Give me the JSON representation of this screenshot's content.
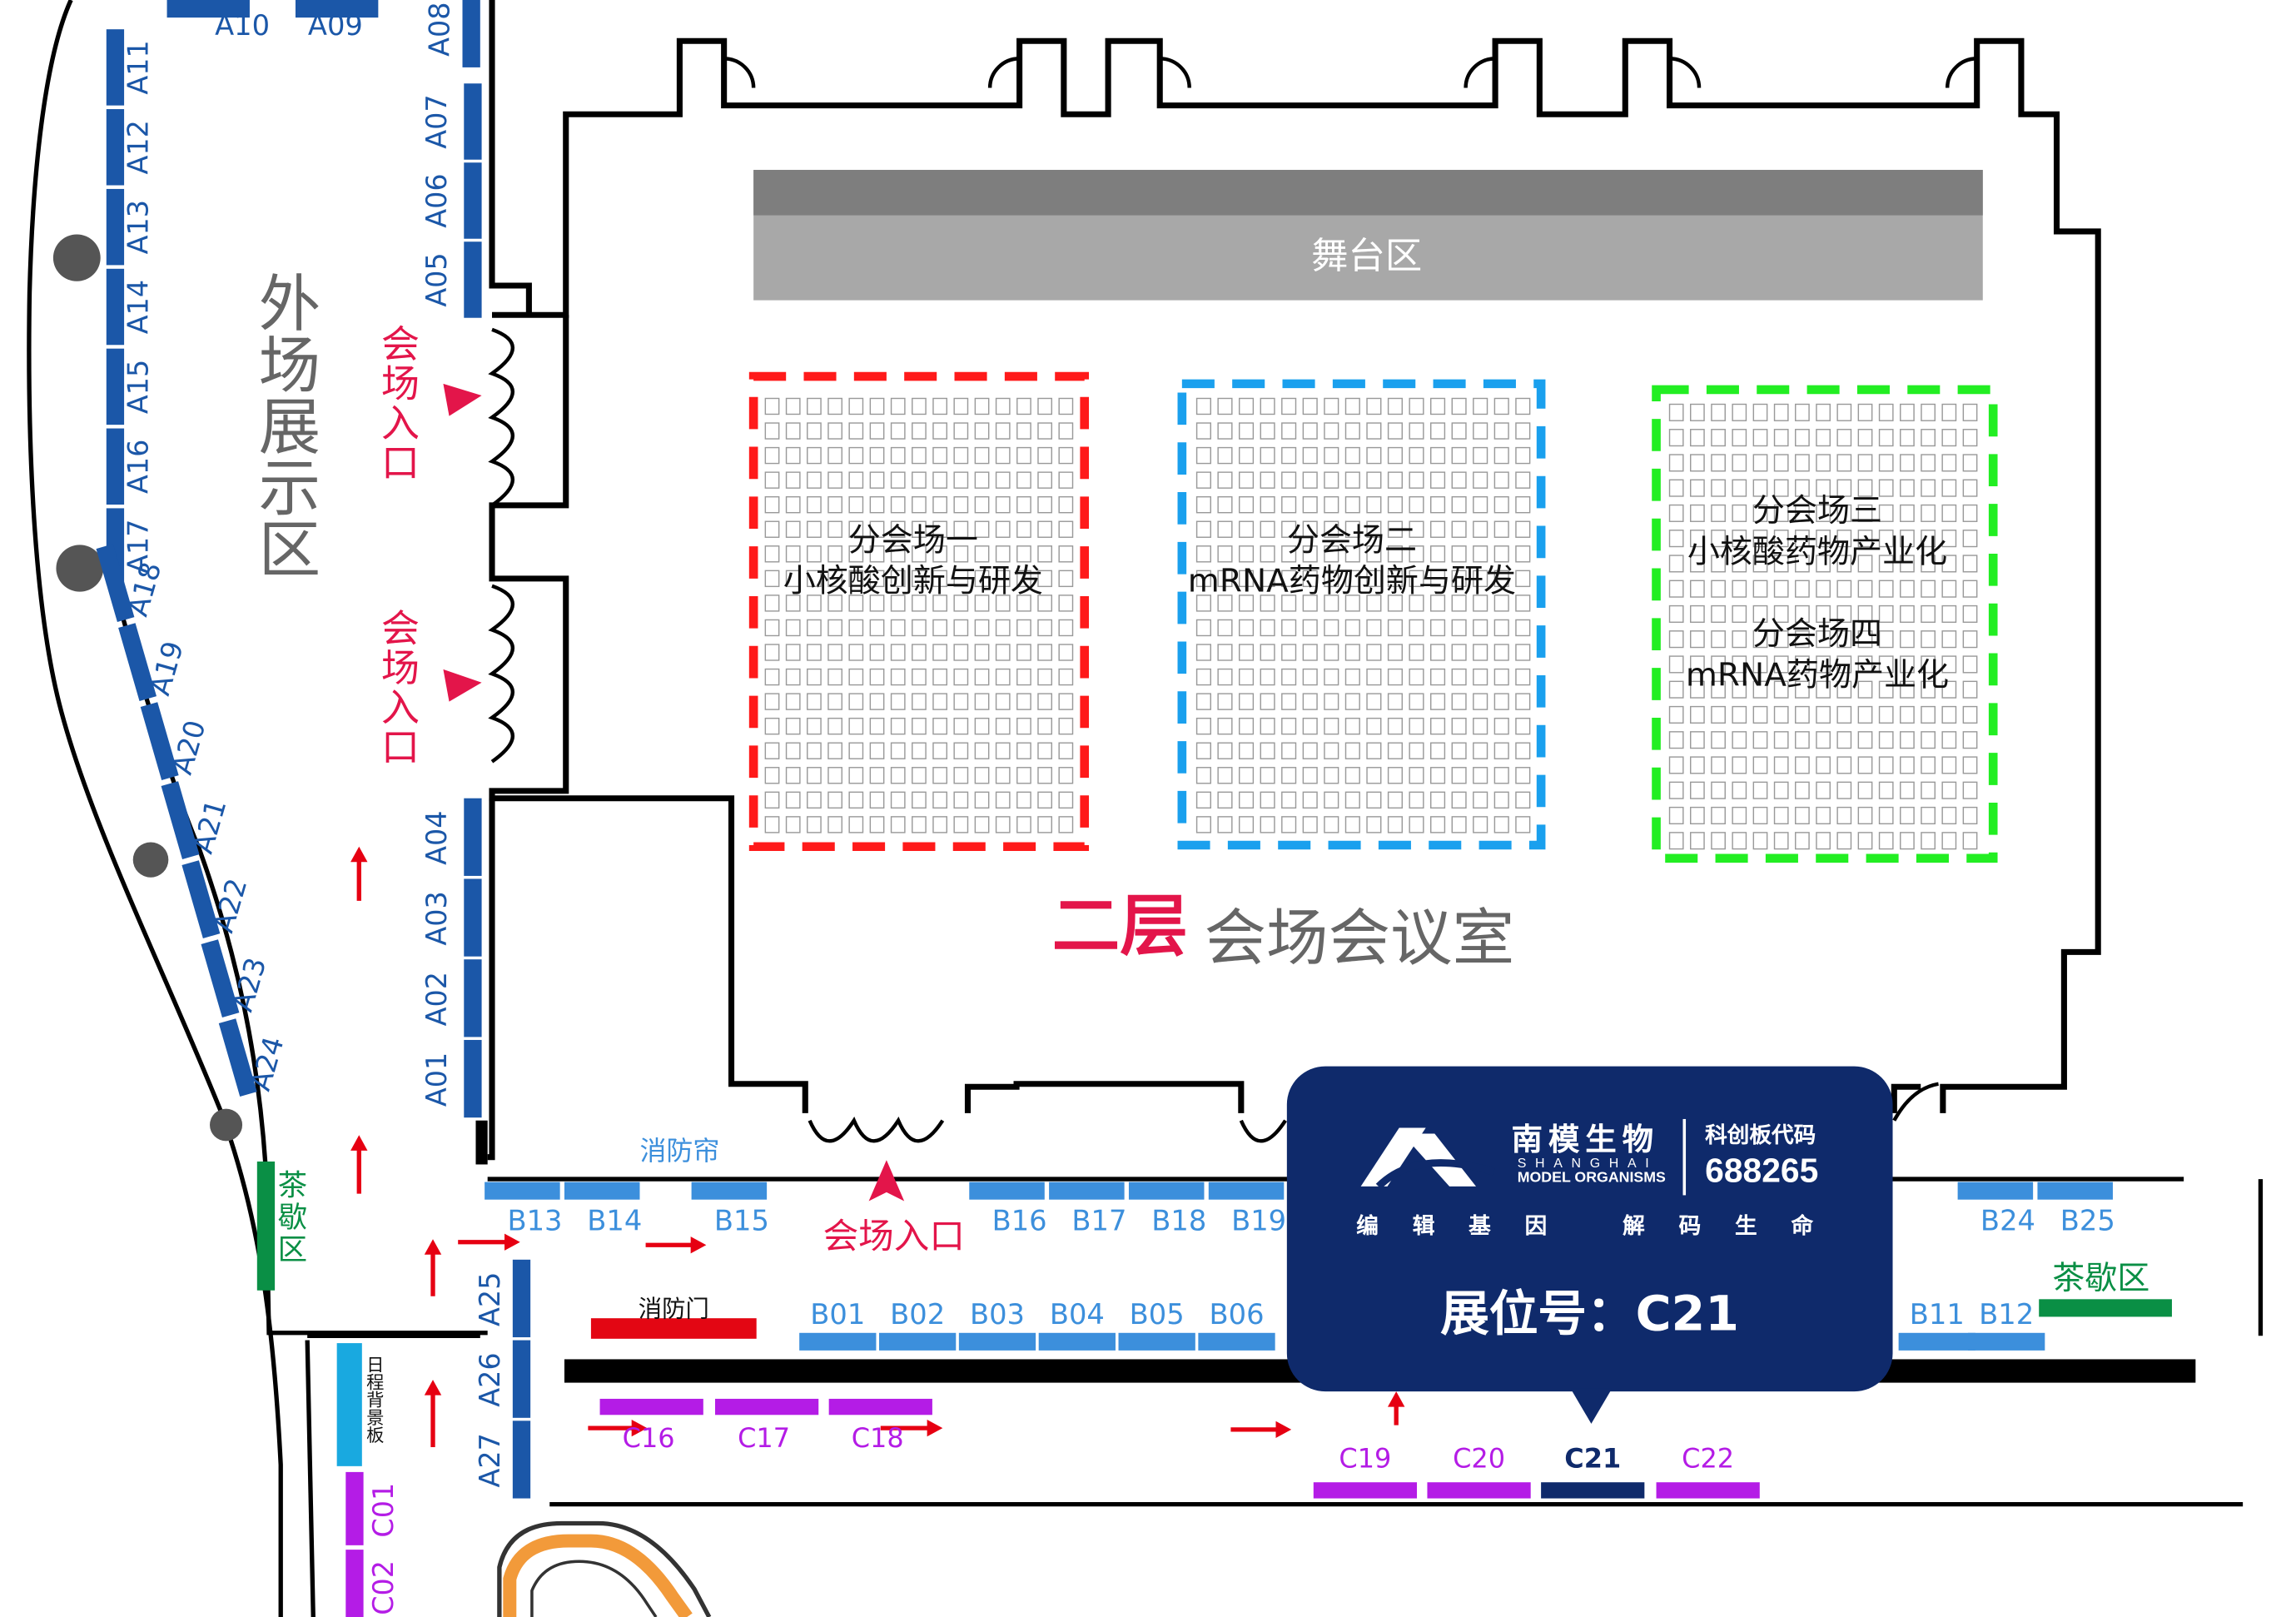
{
  "colors": {
    "booth_blue": "#1b57a8",
    "booth_light_blue": "#3c8fdc",
    "booth_purple": "#b41ce6",
    "booth_navy": "#0f2a6b",
    "accent_red": "#e3154a",
    "arrow_red": "#e60012",
    "tea_green": "#0a8f45",
    "stage_gray": "#a8a8a8",
    "stage_dark": "#7e7e7e",
    "subvenue_red": "#ff1a1a",
    "subvenue_blue": "#1aa0ee",
    "subvenue_green": "#22ee22",
    "backboard_cyan": "#19a9e0"
  },
  "labels": {
    "outer_area": "外场展示区",
    "entrance_vertical": "会场入口",
    "entrance_bottom": "会场入口",
    "stage": "舞台区",
    "floor_prefix": "二层",
    "floor_name": "会场会议室",
    "fire_curtain": "消防帘",
    "fire_door": "消防门",
    "tea_area": "茶歇区",
    "schedule_board": "日程背景板"
  },
  "subvenues": [
    {
      "line1": "分会场一",
      "line2": "小核酸创新与研发"
    },
    {
      "line1": "分会场二",
      "line2": "mRNA药物创新与研发"
    },
    {
      "line1": "分会场三",
      "line2": "小核酸药物产业化",
      "line3": "分会场四",
      "line4": "mRNA药物产业化"
    }
  ],
  "booths": {
    "a_top": [
      "A10",
      "A09",
      "A08"
    ],
    "a_column_left": [
      "A11",
      "A12",
      "A13",
      "A14",
      "A15",
      "A16",
      "A17"
    ],
    "a_column_curve": [
      "A18",
      "A19",
      "A20",
      "A21",
      "A22",
      "A23",
      "A24"
    ],
    "a_column_inner_top": [
      "A07",
      "A06",
      "A05"
    ],
    "a_column_inner_bottom": [
      "A04",
      "A03",
      "A02",
      "A01"
    ],
    "a_column_lower": [
      "A25",
      "A26",
      "A27"
    ],
    "b_upper": [
      "B13",
      "B14",
      "B15",
      "B16",
      "B17",
      "B18",
      "B19",
      "B24",
      "B25"
    ],
    "b_lower": [
      "B01",
      "B02",
      "B03",
      "B04",
      "B05",
      "B06",
      "B11",
      "B12"
    ],
    "c_row": [
      "C16",
      "C17",
      "C18",
      "C19",
      "C20",
      "C21",
      "C22"
    ],
    "c_side": [
      "C01",
      "C02"
    ]
  },
  "company": {
    "name_cn": "南模生物",
    "name_en_1": "SHANGHAI",
    "name_en_2": "MODEL ORGANISMS",
    "board": "科创板代码",
    "code": "688265",
    "slogan": "编辑基因 解码生命",
    "booth_number": "展位号：C21",
    "highlight_booth": "C21"
  }
}
